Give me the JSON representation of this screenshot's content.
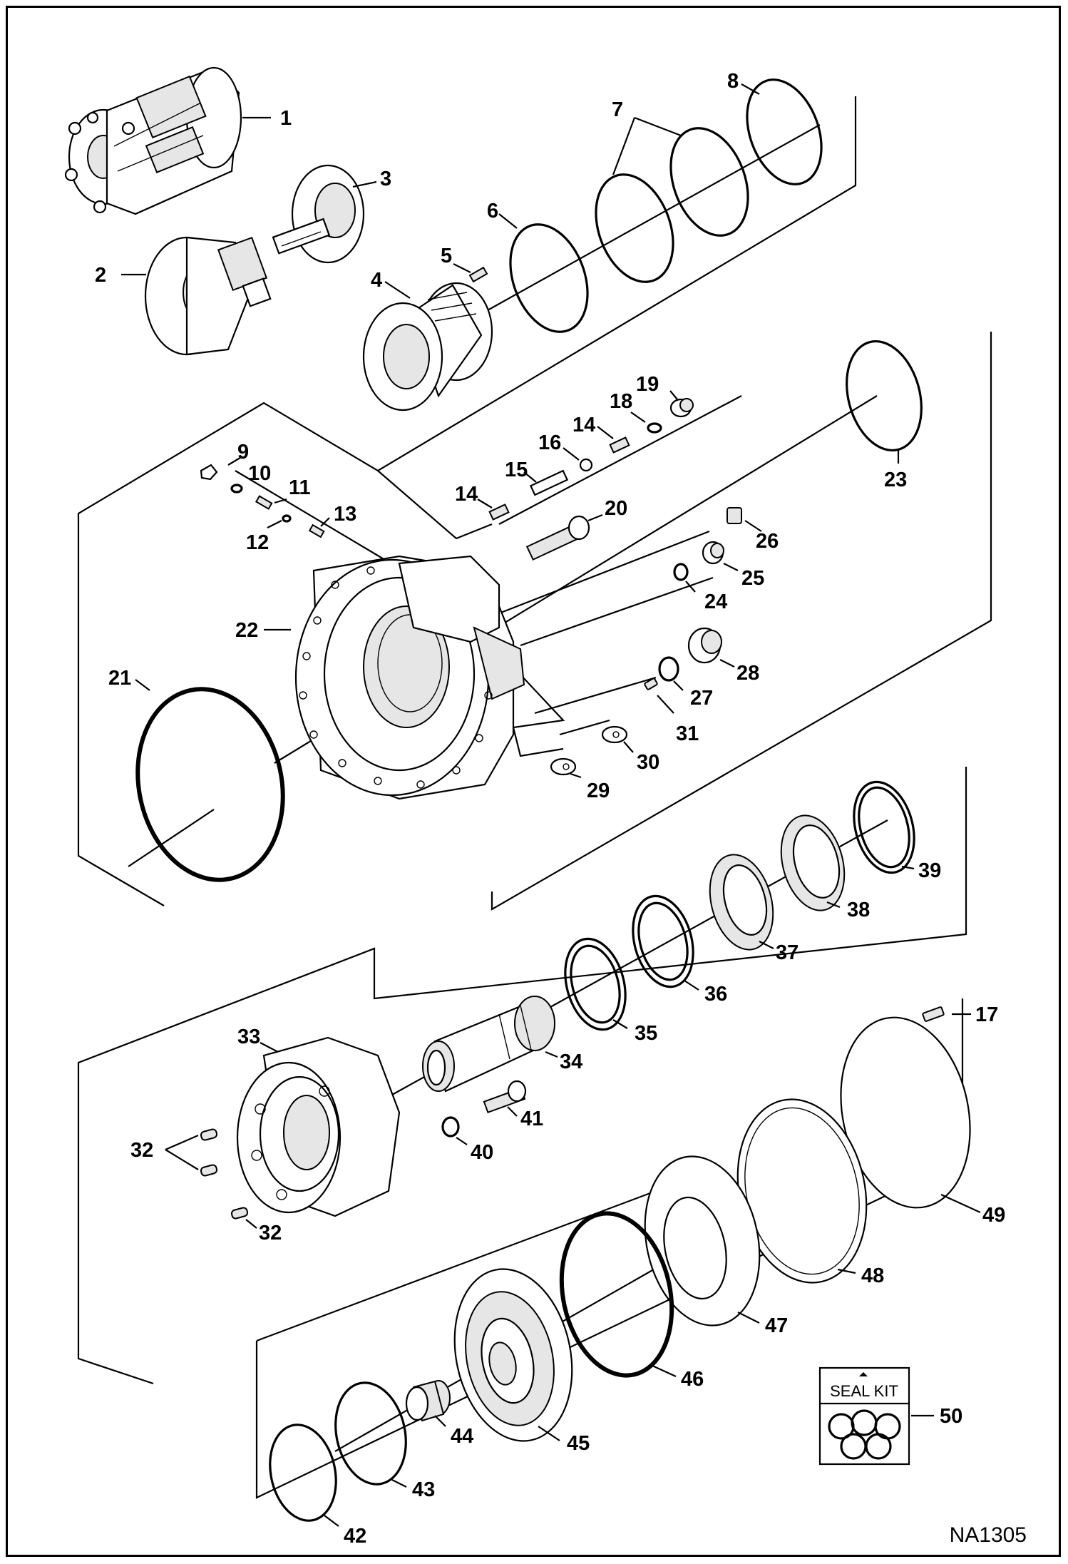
{
  "drawing_code": "NA1305",
  "seal_kit_label": "SEAL KIT",
  "callouts": [
    {
      "id": "1",
      "text": "1"
    },
    {
      "id": "2",
      "text": "2"
    },
    {
      "id": "3",
      "text": "3"
    },
    {
      "id": "4",
      "text": "4"
    },
    {
      "id": "5",
      "text": "5"
    },
    {
      "id": "6",
      "text": "6"
    },
    {
      "id": "7",
      "text": "7"
    },
    {
      "id": "8",
      "text": "8"
    },
    {
      "id": "9",
      "text": "9"
    },
    {
      "id": "10",
      "text": "10"
    },
    {
      "id": "11",
      "text": "11"
    },
    {
      "id": "12",
      "text": "12"
    },
    {
      "id": "13",
      "text": "13"
    },
    {
      "id": "14a",
      "text": "14"
    },
    {
      "id": "14b",
      "text": "14"
    },
    {
      "id": "15",
      "text": "15"
    },
    {
      "id": "16",
      "text": "16"
    },
    {
      "id": "17",
      "text": "17"
    },
    {
      "id": "18",
      "text": "18"
    },
    {
      "id": "19",
      "text": "19"
    },
    {
      "id": "20",
      "text": "20"
    },
    {
      "id": "21",
      "text": "21"
    },
    {
      "id": "22",
      "text": "22"
    },
    {
      "id": "23",
      "text": "23"
    },
    {
      "id": "24",
      "text": "24"
    },
    {
      "id": "25",
      "text": "25"
    },
    {
      "id": "26",
      "text": "26"
    },
    {
      "id": "27",
      "text": "27"
    },
    {
      "id": "28",
      "text": "28"
    },
    {
      "id": "29",
      "text": "29"
    },
    {
      "id": "30",
      "text": "30"
    },
    {
      "id": "31",
      "text": "31"
    },
    {
      "id": "32a",
      "text": "32"
    },
    {
      "id": "32b",
      "text": "32"
    },
    {
      "id": "33",
      "text": "33"
    },
    {
      "id": "34",
      "text": "34"
    },
    {
      "id": "35",
      "text": "35"
    },
    {
      "id": "36",
      "text": "36"
    },
    {
      "id": "37",
      "text": "37"
    },
    {
      "id": "38",
      "text": "38"
    },
    {
      "id": "39",
      "text": "39"
    },
    {
      "id": "40",
      "text": "40"
    },
    {
      "id": "41",
      "text": "41"
    },
    {
      "id": "42",
      "text": "42"
    },
    {
      "id": "43",
      "text": "43"
    },
    {
      "id": "44",
      "text": "44"
    },
    {
      "id": "45",
      "text": "45"
    },
    {
      "id": "46",
      "text": "46"
    },
    {
      "id": "47",
      "text": "47"
    },
    {
      "id": "48",
      "text": "48"
    },
    {
      "id": "49",
      "text": "49"
    },
    {
      "id": "50",
      "text": "50"
    }
  ]
}
